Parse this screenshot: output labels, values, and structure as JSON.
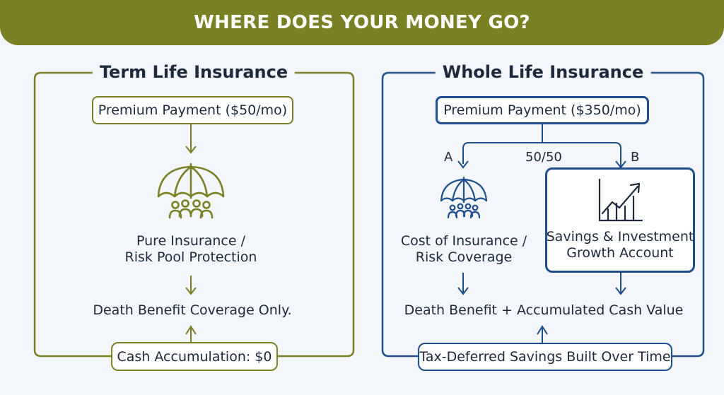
{
  "header": {
    "title": "WHERE DOES YOUR MONEY GO?"
  },
  "colors": {
    "olive": "#7a8124",
    "navy": "#1f4e8c",
    "text": "#1e2a3c",
    "background": "#f3f6fa"
  },
  "term": {
    "title": "Term Life Insurance",
    "premium": "Premium Payment ($50/mo)",
    "icon": "umbrella-people-icon",
    "protection_line1": "Pure Insurance /",
    "protection_line2": "Risk Pool Protection",
    "benefit": "Death Benefit Coverage Only.",
    "cash": "Cash Accumulation: $0"
  },
  "whole": {
    "title": "Whole Life Insurance",
    "premium": "Premium Payment ($350/mo)",
    "split_label": "50/50",
    "branch_a": "A",
    "branch_b": "B",
    "cost_icon": "umbrella-people-icon",
    "cost_line1": "Cost of Insurance /",
    "cost_line2": "Risk Coverage",
    "growth_icon": "growth-chart-icon",
    "growth_line1": "Savings & Investment",
    "growth_line2": "Growth Account",
    "benefit": "Death Benefit + Accumulated Cash Value",
    "savings": "Tax-Deferred Savings Built Over Time"
  }
}
